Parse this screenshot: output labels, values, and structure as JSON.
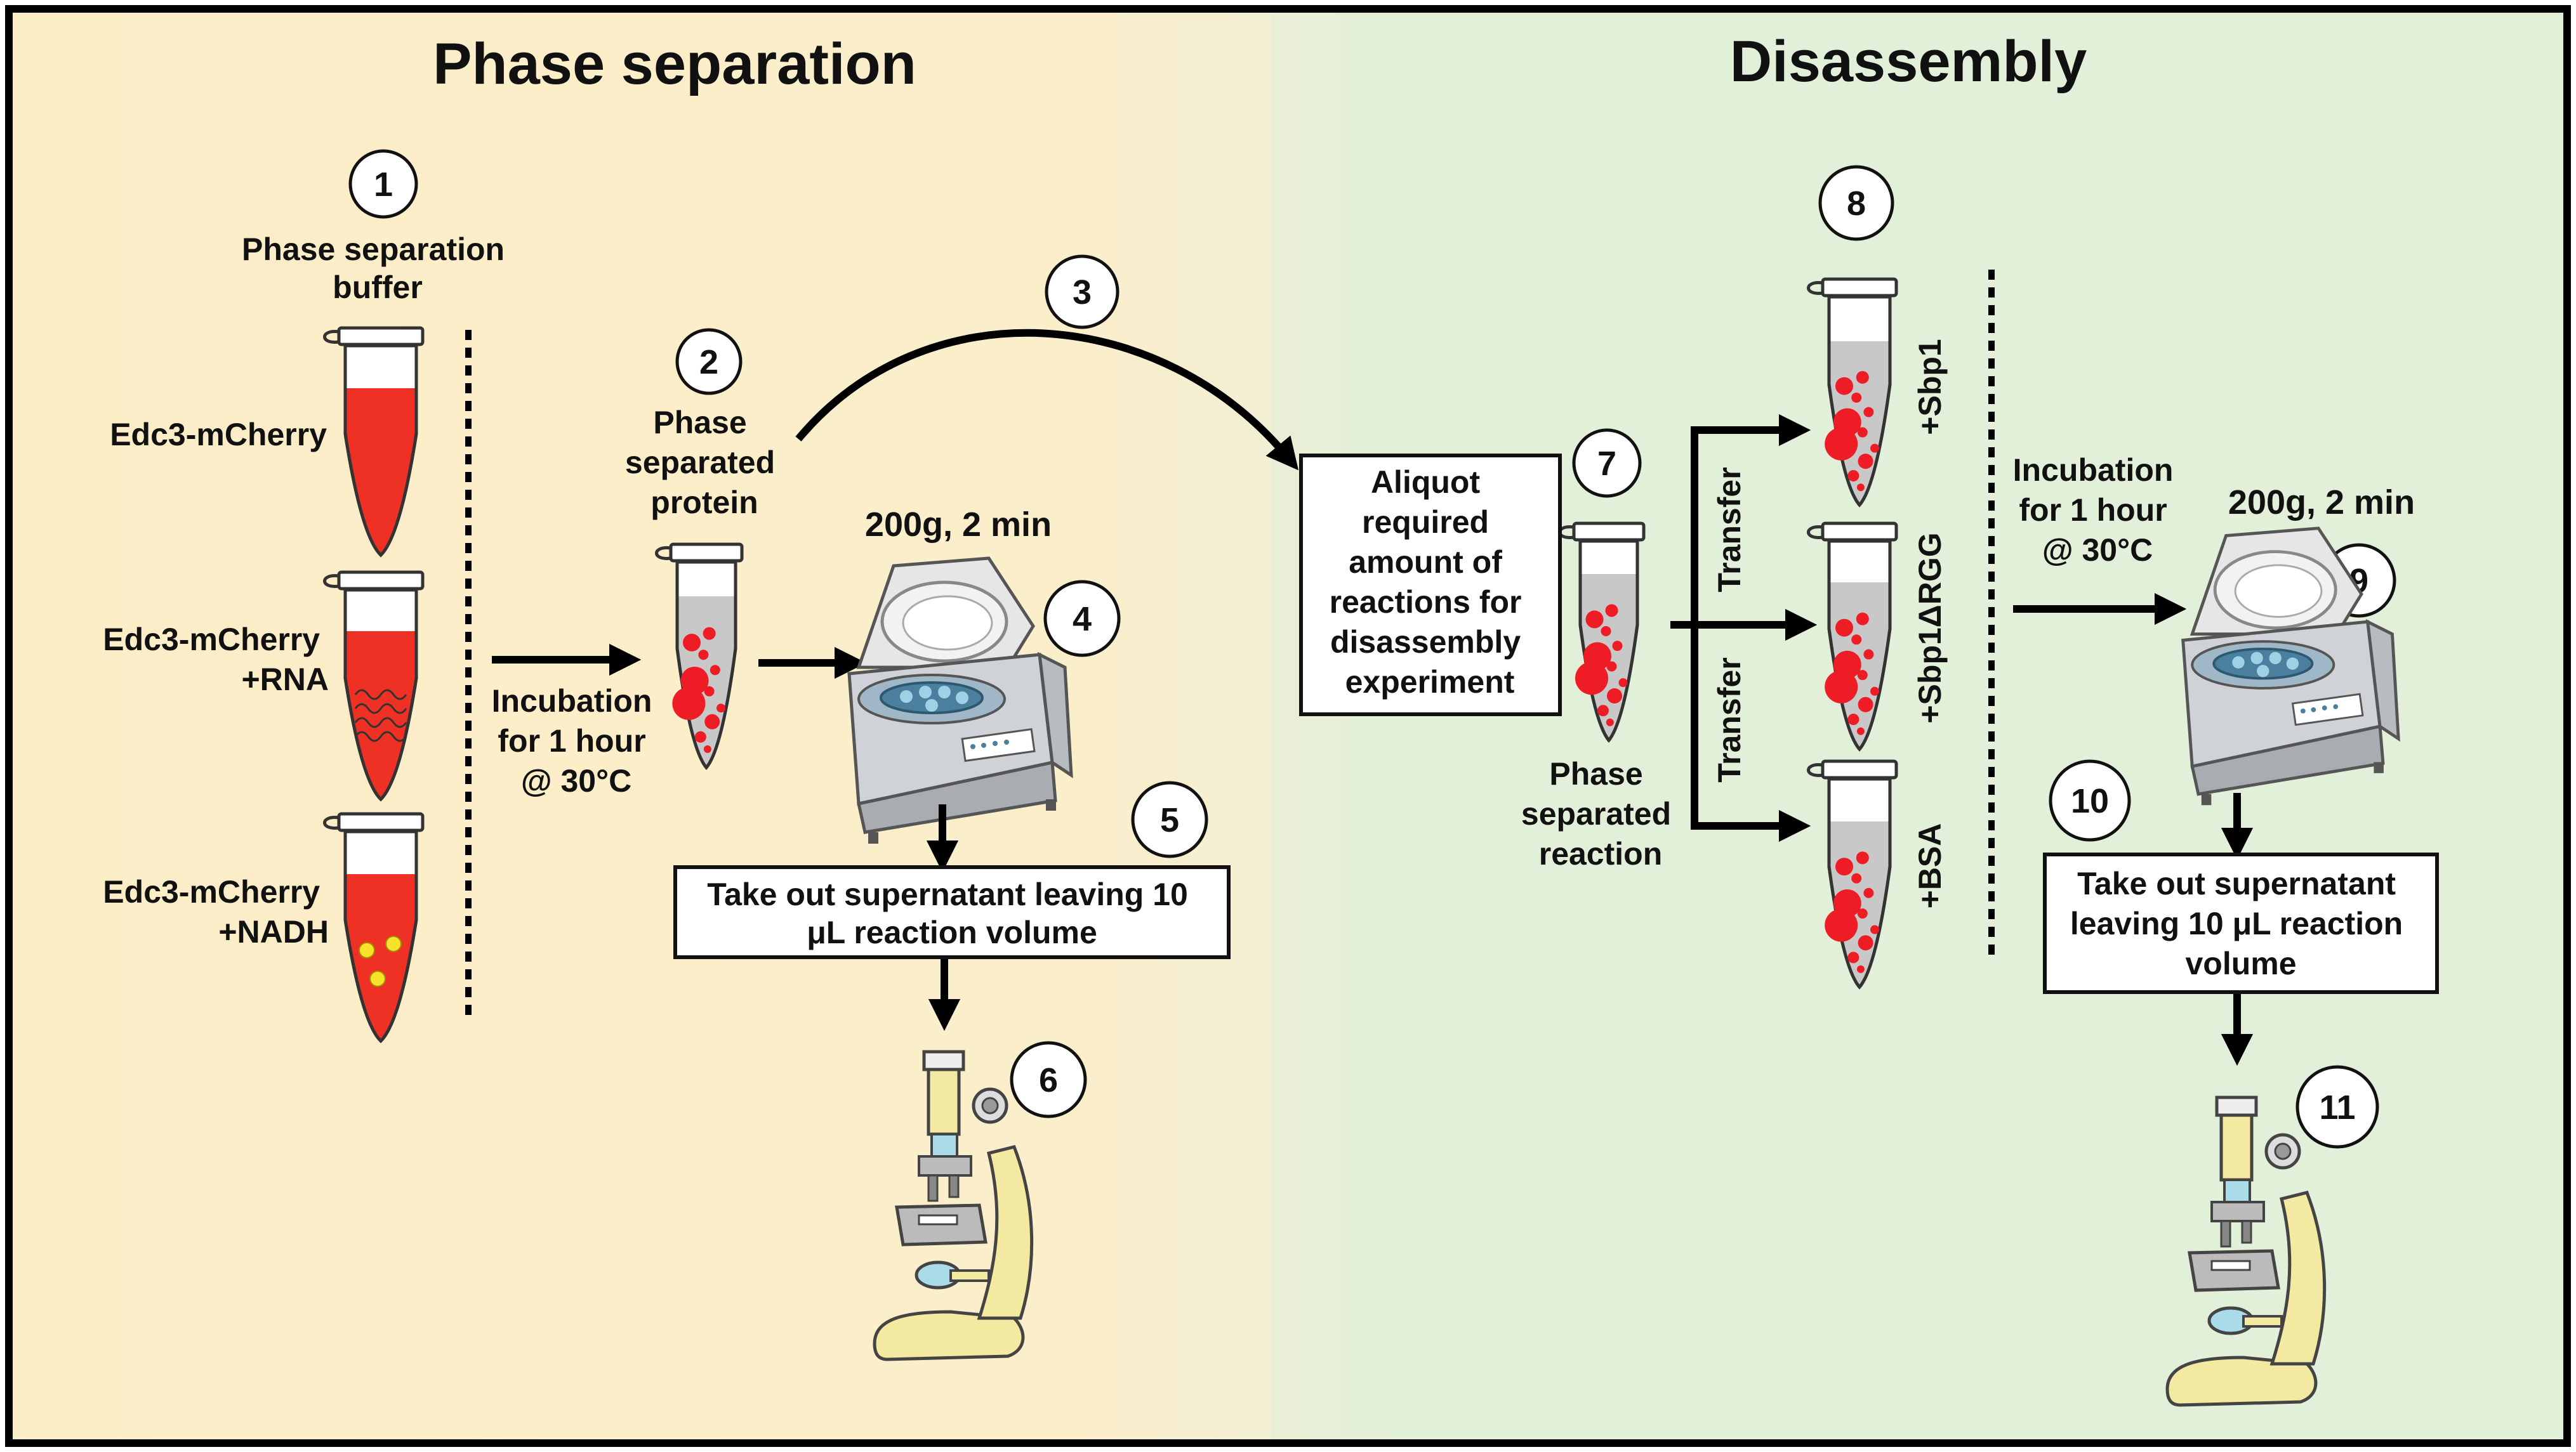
{
  "colors": {
    "phase_panel": "#fbedc6",
    "disassembly_panel": "#e2efd9",
    "tube_red": "#ee3124",
    "tube_gray": "#c8c8c8",
    "droplet_red": "#ee1c24",
    "nadh_yellow": "#f7e22a",
    "microscope_yellow": "#f3e9a0",
    "microscope_blue": "#a9dbe8",
    "centrifuge_gray": "#d9d9d9",
    "centrifuge_rotor": "#4a7f9e"
  },
  "panels": {
    "phase_separation": {
      "title": "Phase separation"
    },
    "disassembly": {
      "title": "Disassembly"
    }
  },
  "steps": [
    "1",
    "2",
    "3",
    "4",
    "5",
    "6",
    "7",
    "8",
    "9",
    "10",
    "11"
  ],
  "labels": {
    "buffer": [
      "Phase separation",
      "buffer"
    ],
    "tube_edc3": [
      "Edc3-mCherry"
    ],
    "tube_rna": [
      "Edc3-mCherry",
      "+RNA"
    ],
    "tube_nadh": [
      "Edc3-mCherry",
      "+NADH"
    ],
    "incubation1": [
      "Incubation",
      "for 1 hour",
      "@ 30°C"
    ],
    "phase_protein": [
      "Phase",
      "separated",
      "protein"
    ],
    "centrifuge1": "200g, 2 min",
    "supernatant1": [
      "Take out supernatant leaving 10",
      "μL reaction volume"
    ],
    "aliquot": [
      "Aliquot",
      "required",
      "amount of",
      "reactions for",
      "disassembly",
      "experiment"
    ],
    "phase_reaction": [
      "Phase",
      "separated",
      "reaction"
    ],
    "transfer_top": "Transfer",
    "transfer_bottom": "Transfer",
    "tube_sbp1": "+Sbp1",
    "tube_sbp1drgg": "+Sbp1ΔRGG",
    "tube_bsa": "+BSA",
    "incubation2": [
      "Incubation",
      "for 1 hour",
      "@ 30°C"
    ],
    "centrifuge2": "200g, 2 min",
    "supernatant2": [
      "Take out supernatant",
      "leaving 10 μL reaction",
      "volume"
    ]
  },
  "icons": {
    "tube": "microcentrifuge-tube-icon",
    "centrifuge": "centrifuge-icon",
    "microscope": "microscope-icon"
  }
}
